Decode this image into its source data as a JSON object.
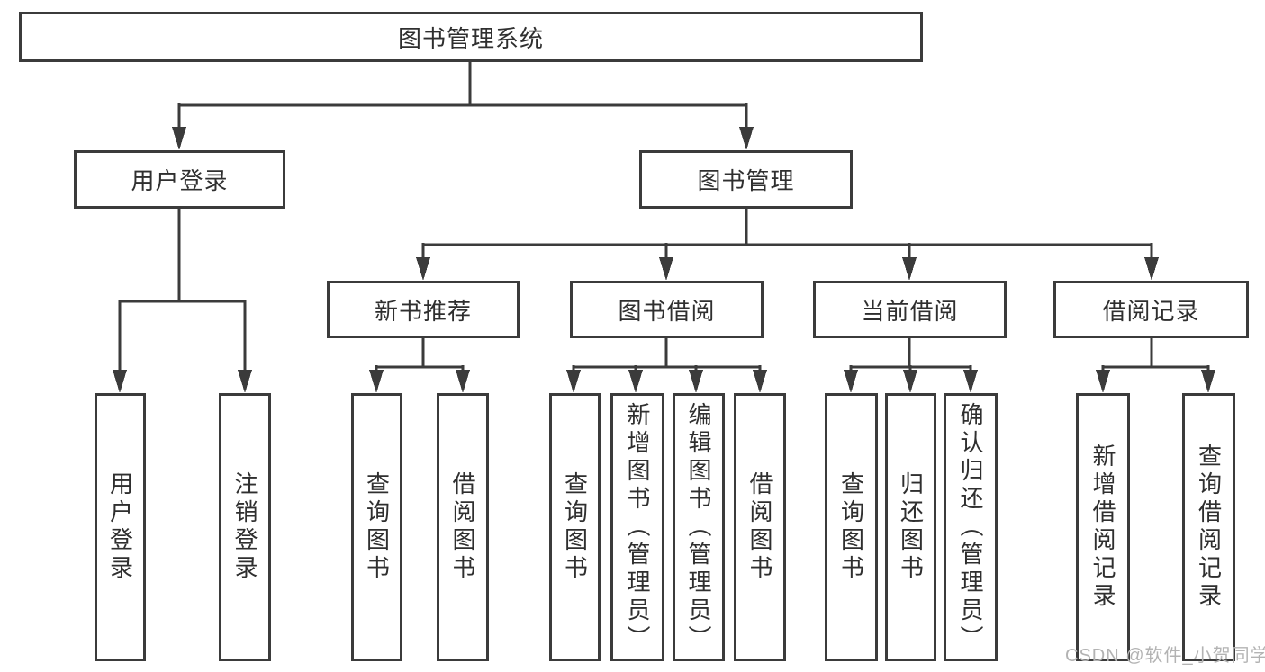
{
  "colors": {
    "line": "#3b3b3b",
    "text": "#2f2f2f",
    "wm": "#b3b3b3",
    "bg": "#ffffff"
  },
  "watermark": {
    "text": "CSDN @软件_小贺同学"
  },
  "tree": {
    "root": {
      "label": "图书管理系统"
    },
    "branches": [
      {
        "label": "用户登录",
        "children": [
          {
            "label": "用户登录"
          },
          {
            "label": "注销登录"
          }
        ]
      },
      {
        "label": "图书管理",
        "children": [
          {
            "label": "新书推荐",
            "children": [
              {
                "label": "查询图书"
              },
              {
                "label": "借阅图书"
              }
            ]
          },
          {
            "label": "图书借阅",
            "children": [
              {
                "label": "查询图书"
              },
              {
                "label": "新增图书（管理员）"
              },
              {
                "label": "编辑图书（管理员）"
              },
              {
                "label": "借阅图书"
              }
            ]
          },
          {
            "label": "当前借阅",
            "children": [
              {
                "label": "查询图书"
              },
              {
                "label": "归还图书"
              },
              {
                "label": "确认归还（管理员）"
              }
            ]
          },
          {
            "label": "借阅记录",
            "children": [
              {
                "label": "新增借阅记录"
              },
              {
                "label": "查询借阅记录"
              }
            ]
          }
        ]
      }
    ]
  }
}
